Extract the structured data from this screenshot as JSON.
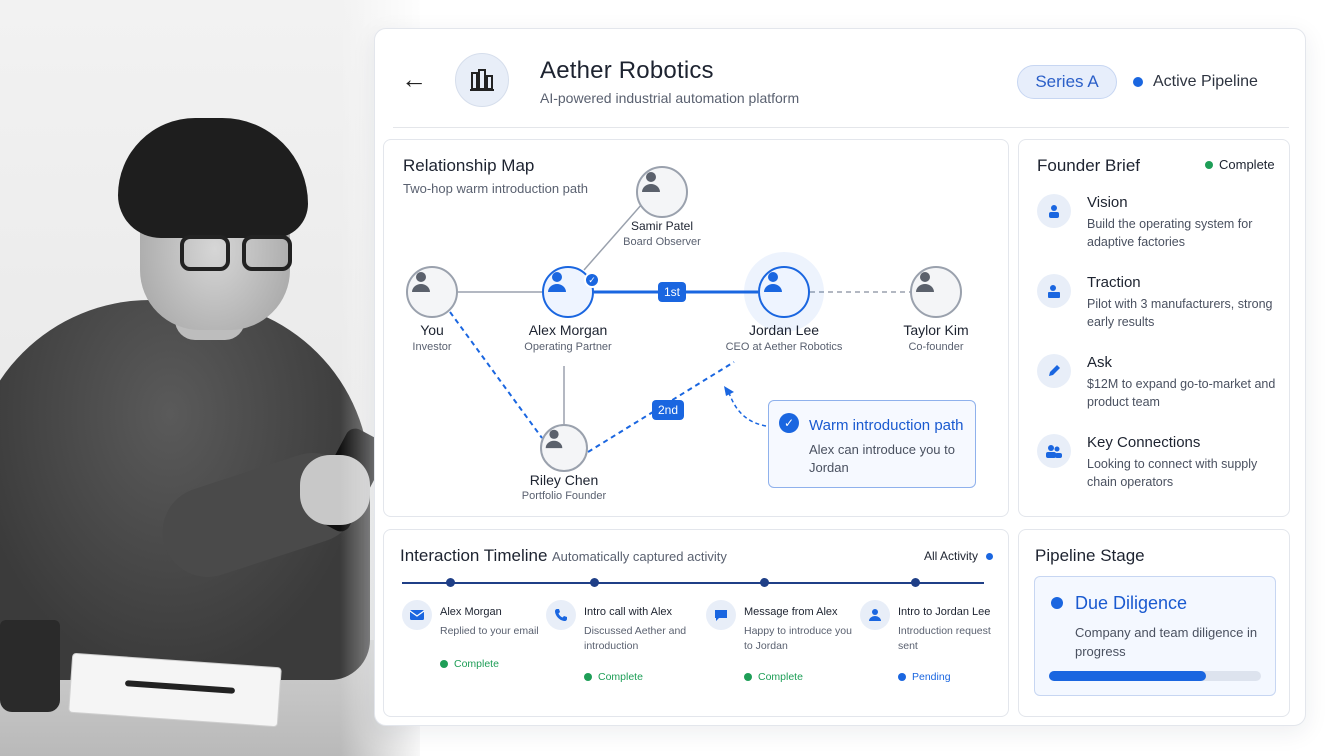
{
  "header": {
    "title": "Aether Robotics",
    "subtitle": "AI-powered industrial automation platform",
    "series_label": "Series A",
    "pipeline_label": "Active Pipeline"
  },
  "relationship_map": {
    "title": "Relationship Map",
    "subtitle": "Two-hop warm introduction path",
    "nodes": [
      {
        "name": "You",
        "role": "Investor"
      },
      {
        "name": "Alex Morgan",
        "role": "Operating Partner"
      },
      {
        "name": "Samir Patel",
        "role": "Board Observer"
      },
      {
        "name": "Jordan Lee",
        "role": "CEO at Aether Robotics"
      },
      {
        "name": "Taylor Kim",
        "role": "Co-founder"
      },
      {
        "name": "Riley Chen",
        "role": "Portfolio Founder"
      }
    ],
    "badge_first": "1st",
    "badge_second": "2nd",
    "warm_path": {
      "title": "Warm introduction path",
      "text": "Alex can introduce you to Jordan"
    }
  },
  "founder_brief": {
    "title": "Founder Brief",
    "status": "Complete",
    "items": [
      {
        "head": "Vision",
        "text": "Build the operating system for adaptive factories",
        "icon": "person-icon"
      },
      {
        "head": "Traction",
        "text": "Pilot with 3 manufacturers, strong early results",
        "icon": "factory-icon"
      },
      {
        "head": "Ask",
        "text": "$12M to expand go-to-market and product team",
        "icon": "pencil-icon"
      },
      {
        "head": "Key Connections",
        "text": "Looking to connect with supply chain operators",
        "icon": "people-icon"
      }
    ]
  },
  "timeline": {
    "title": "Interaction Timeline",
    "subtitle": "Automatically captured activity",
    "filter_label": "All Activity",
    "items": [
      {
        "head": "Alex Morgan",
        "text": "Replied to your email",
        "status": "Complete",
        "icon": "email-icon"
      },
      {
        "head": "Intro call with Alex",
        "text": "Discussed Aether and introduction",
        "status": "Complete",
        "icon": "phone-icon"
      },
      {
        "head": "Message from Alex",
        "text": "Happy to introduce you to Jordan",
        "status": "Complete",
        "icon": "message-icon"
      },
      {
        "head": "Intro to Jordan Lee",
        "text": "Introduction request sent",
        "status": "Pending",
        "icon": "person-icon"
      }
    ]
  },
  "pipeline_stage": {
    "title": "Pipeline Stage",
    "stage_name": "Due Diligence",
    "stage_text": "Company and team diligence in progress",
    "progress": 0.74
  },
  "colors": {
    "accent": "#1a66e0",
    "success": "#1e9e57",
    "text": "#1d2330"
  }
}
